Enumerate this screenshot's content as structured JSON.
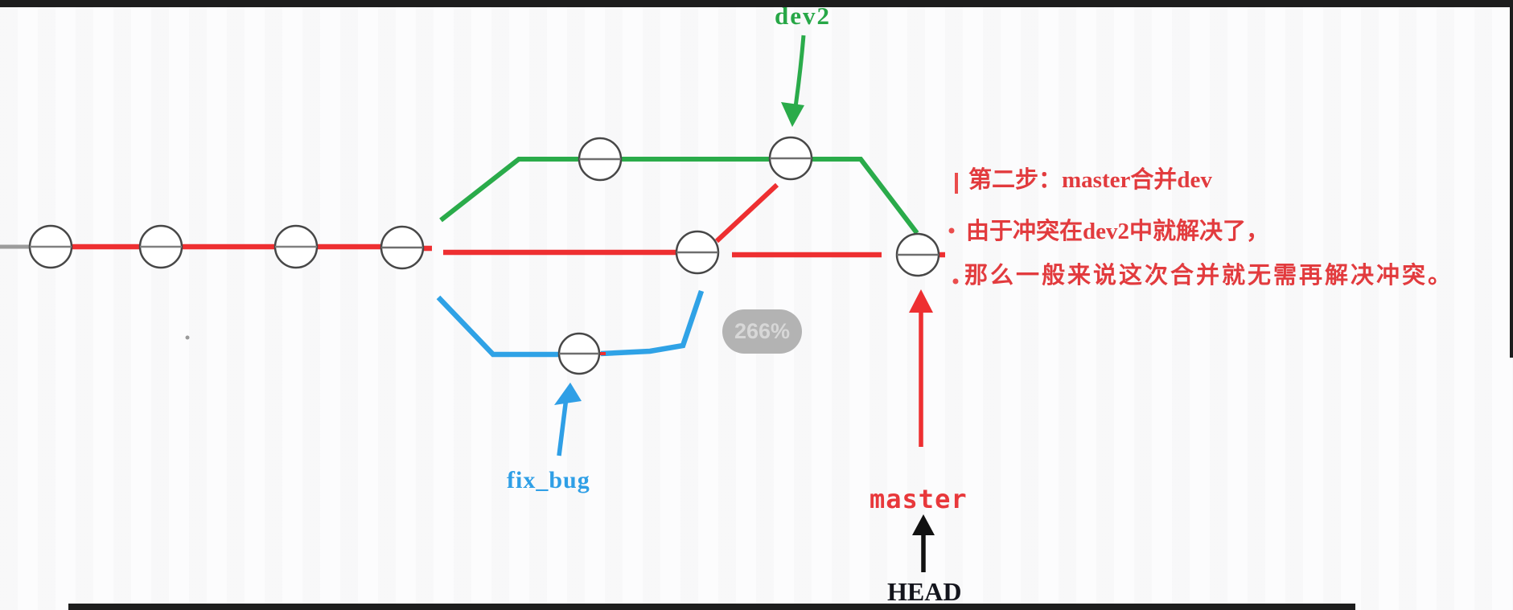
{
  "zoom_indicator": {
    "value": "266%"
  },
  "branch_labels": {
    "dev2": "dev2",
    "fix_bug": "fix_bug",
    "master": "master",
    "head": "HEAD"
  },
  "annotation": {
    "line1": "第二步：master合并dev",
    "line2": "由于冲突在dev2中就解决了，",
    "line3": "那么一般来说这次合并就无需再解决冲突。"
  },
  "colors": {
    "master_red": "#ee2f31",
    "dev2_green": "#2aab4a",
    "fix_bug_blue": "#2fa2e6",
    "annotation_red": "#e23b3e",
    "badge_gray": "#b3b3b3",
    "head_black": "#14151d"
  },
  "graph": {
    "type": "git-commit-graph",
    "branches": [
      {
        "name": "master",
        "color": "#ee2f31",
        "commit_count": 6
      },
      {
        "name": "dev2",
        "color": "#2aab4a",
        "commit_count": 2
      },
      {
        "name": "fix_bug",
        "color": "#2fa2e6",
        "commit_count": 1
      }
    ],
    "head_points_to": "master",
    "merges": [
      {
        "from": "fix_bug",
        "into": "master"
      },
      {
        "from": "master",
        "into": "dev2"
      },
      {
        "from": "dev2",
        "into": "master"
      }
    ]
  }
}
